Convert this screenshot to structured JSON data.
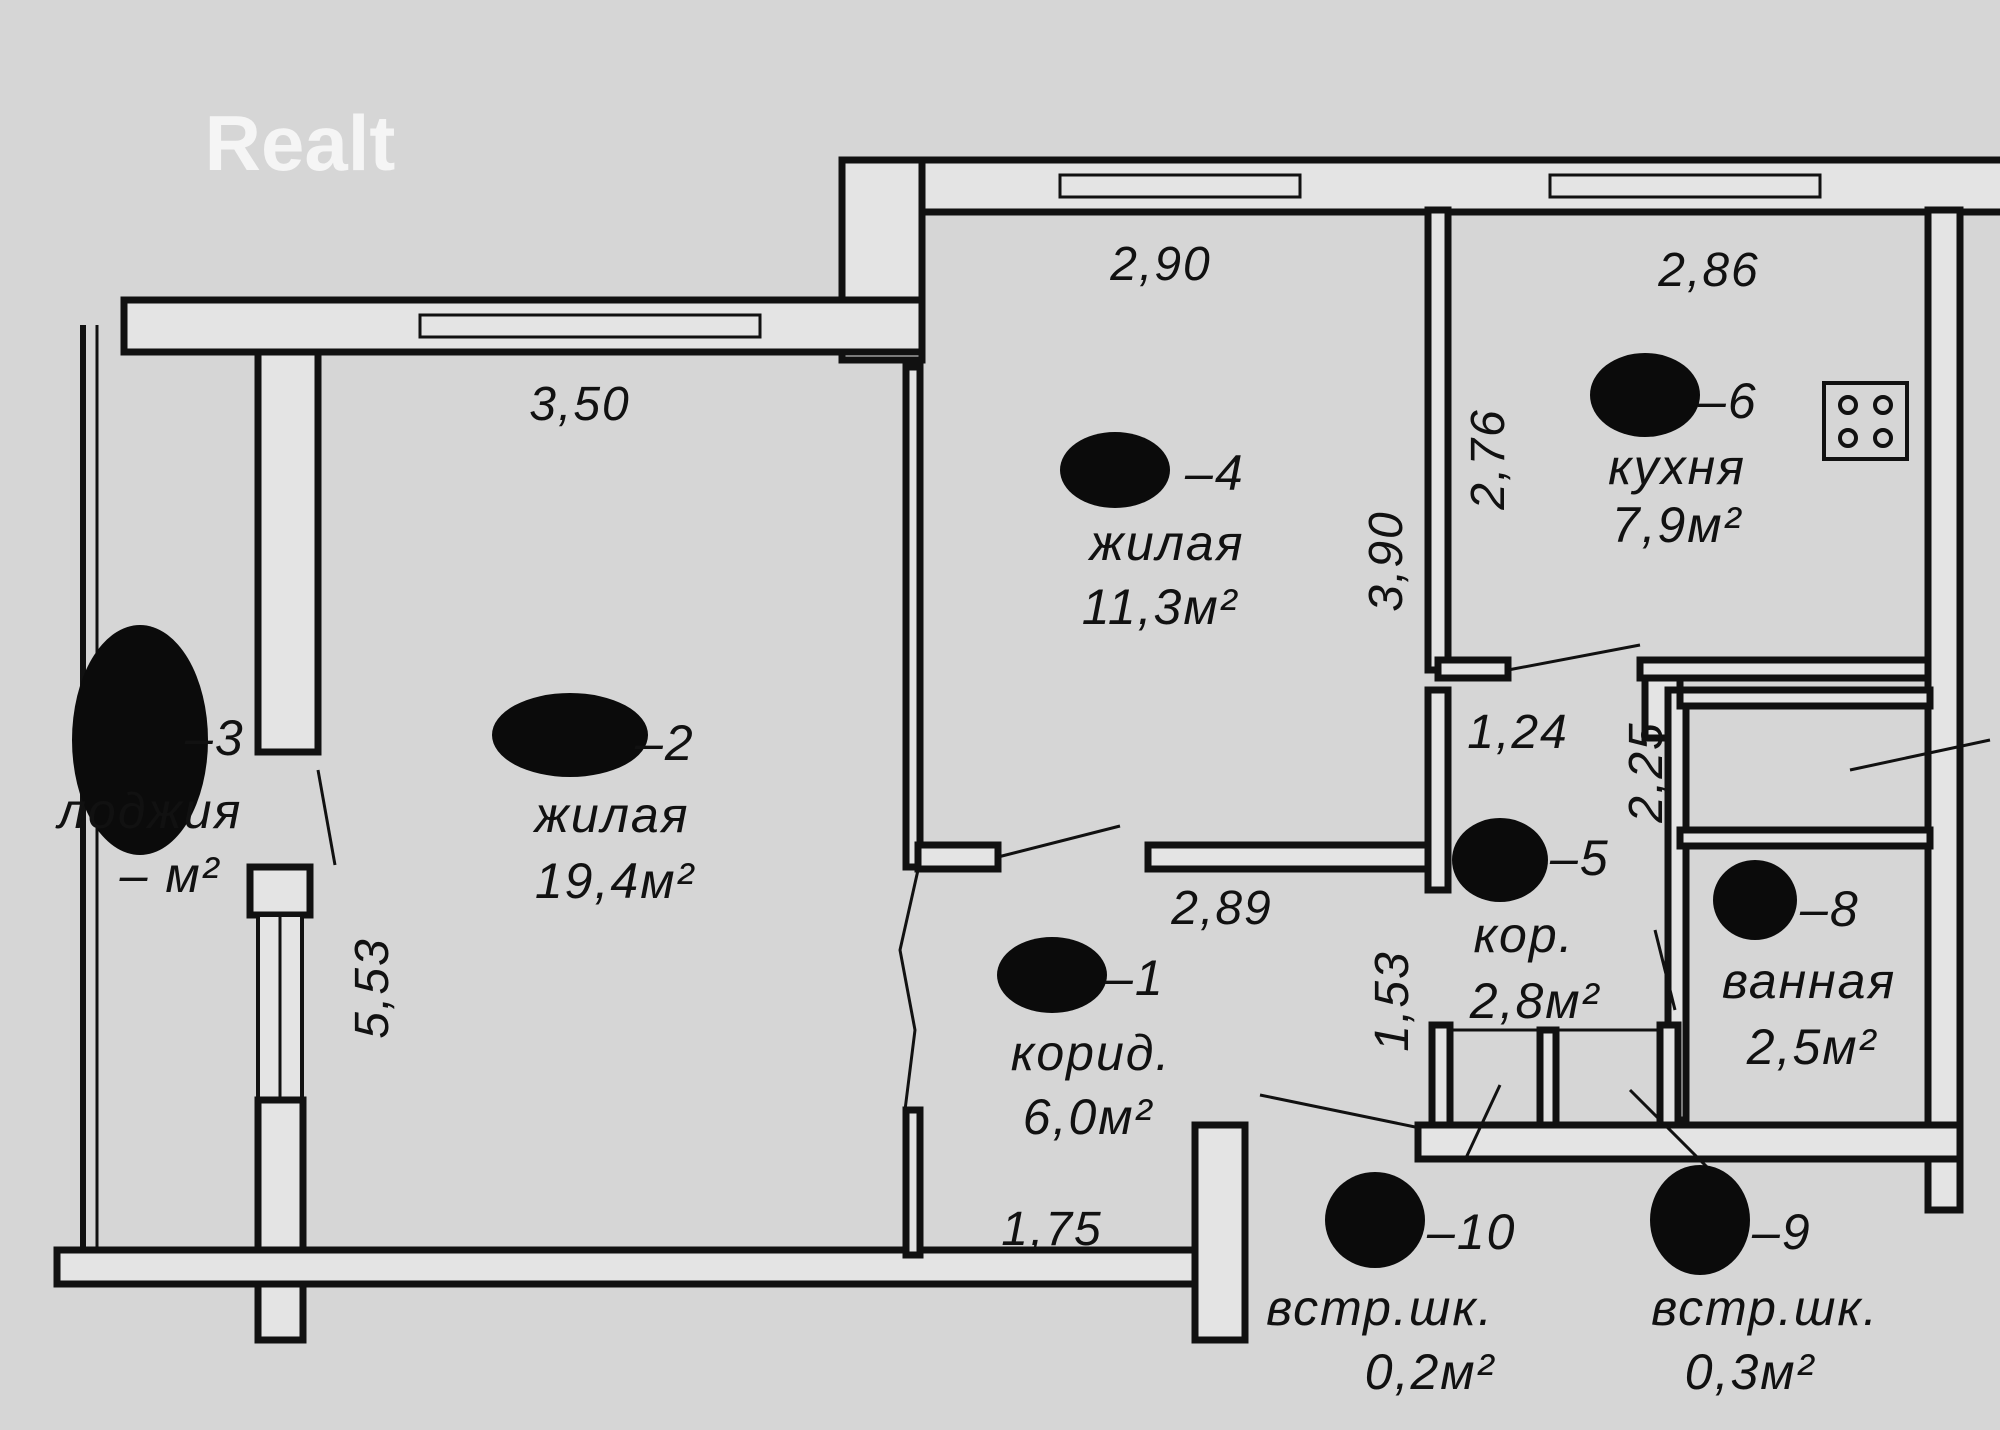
{
  "rooms": [
    {
      "number": "1",
      "name": "корид.",
      "area": "6,0м²"
    },
    {
      "number": "2",
      "name": "жилая",
      "area": "19,4м²"
    },
    {
      "number": "3",
      "name": "лоджия",
      "area": "– м²"
    },
    {
      "number": "4",
      "name": "жилая",
      "area": "11,3м²"
    },
    {
      "number": "5",
      "name": "кор.",
      "area": "2,8м²"
    },
    {
      "number": "6",
      "name": "кухня",
      "area": "7,9м²"
    },
    {
      "number": "8",
      "name": "ванная",
      "area": "2,5м²"
    },
    {
      "number": "9",
      "name": "встр.шк.",
      "area": "0,3м²"
    },
    {
      "number": "10",
      "name": "встр.шк.",
      "area": "0,2м²"
    }
  ],
  "dimensions": {
    "room2_width": "3,50",
    "room2_length": "5,53",
    "room4_width": "2,90",
    "room4_length": "3,90",
    "room4_bottom": "2,89",
    "kitchen_width": "2,86",
    "kitchen_length": "2,76",
    "hall_width": "1,24",
    "hall_length": "2,25",
    "corridor_side": "1,53",
    "corridor_bottom": "1,75"
  },
  "watermark": "Realt"
}
